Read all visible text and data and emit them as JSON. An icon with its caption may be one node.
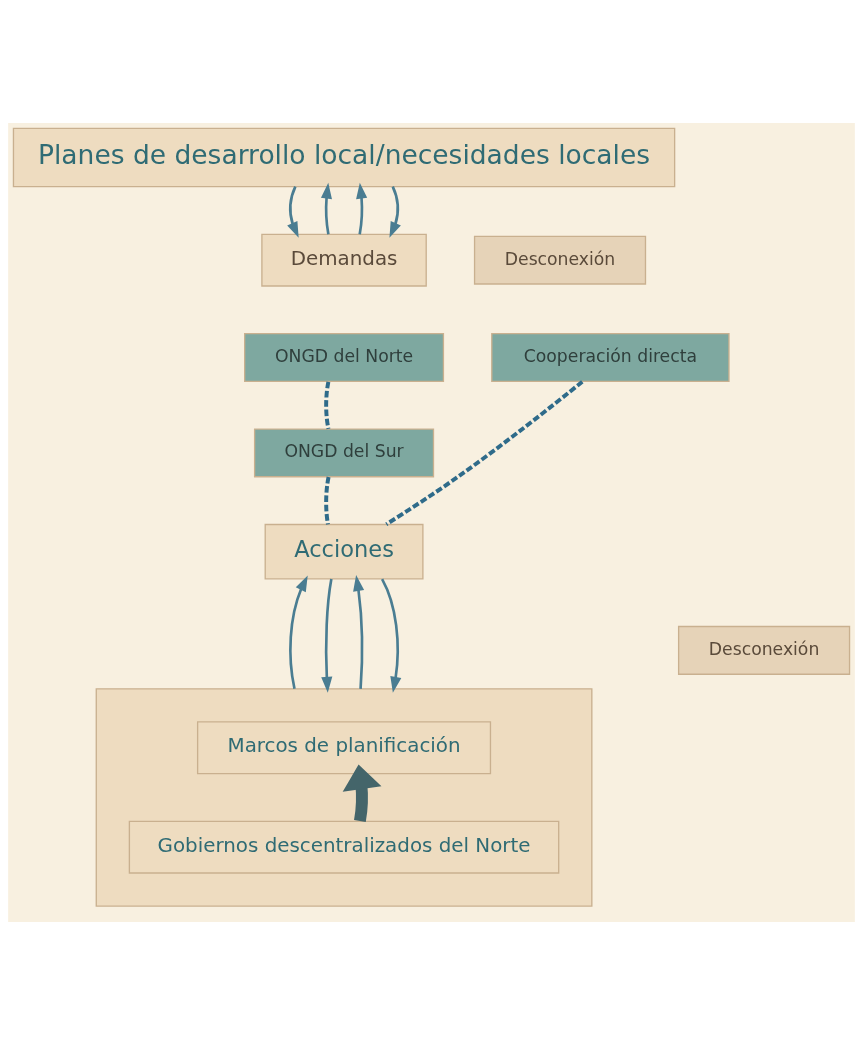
{
  "diagram": {
    "nodes": [
      {
        "text": [
          "Planes de desarrollo local/necesidades locales"
        ]
      },
      {
        "text": [
          "Desconexión"
        ]
      },
      {
        "text": [
          "Demandas"
        ]
      },
      {
        "text": [
          "ONGD del Norte"
        ]
      },
      {
        "text": [
          "Cooperación directa"
        ]
      },
      {
        "text": [
          "ONGD del Sur"
        ]
      },
      {
        "text": [
          "Acciones"
        ]
      },
      {
        "text": [
          "Desconexión"
        ]
      },
      {
        "text": [],
        "shape": "box"
      },
      {
        "text": [
          "Marcos de planificación"
        ],
        "in": 8
      },
      {
        "text": [
          "Gobiernos descentralizados del Norte"
        ],
        "in": 8
      }
    ],
    "edges": [
      {
        "from": 2,
        "to": 0,
        "arrow": "to"
      },
      {
        "from": 0,
        "to": 2,
        "arrow": "to"
      },
      {
        "from": 2,
        "to": 0,
        "arrow": "to"
      },
      {
        "from": 0,
        "to": 2,
        "arrow": "to"
      },
      {
        "from": 3,
        "to": 5,
        "arrow": "none",
        "style": "dashed"
      },
      {
        "from": 5,
        "to": 6,
        "arrow": "none",
        "style": "dashed"
      },
      {
        "from": 4,
        "to": 6,
        "arrow": "none",
        "style": "dashed"
      },
      {
        "from": 8,
        "to": 6,
        "arrow": "to"
      },
      {
        "from": 6,
        "to": 8,
        "arrow": "to"
      },
      {
        "from": 8,
        "to": 6,
        "arrow": "to"
      },
      {
        "from": 6,
        "to": 8,
        "arrow": "to"
      },
      {
        "from": 10,
        "to": 9,
        "arrow": "to",
        "style": "thick",
        "color": "#44656a"
      }
    ]
  }
}
